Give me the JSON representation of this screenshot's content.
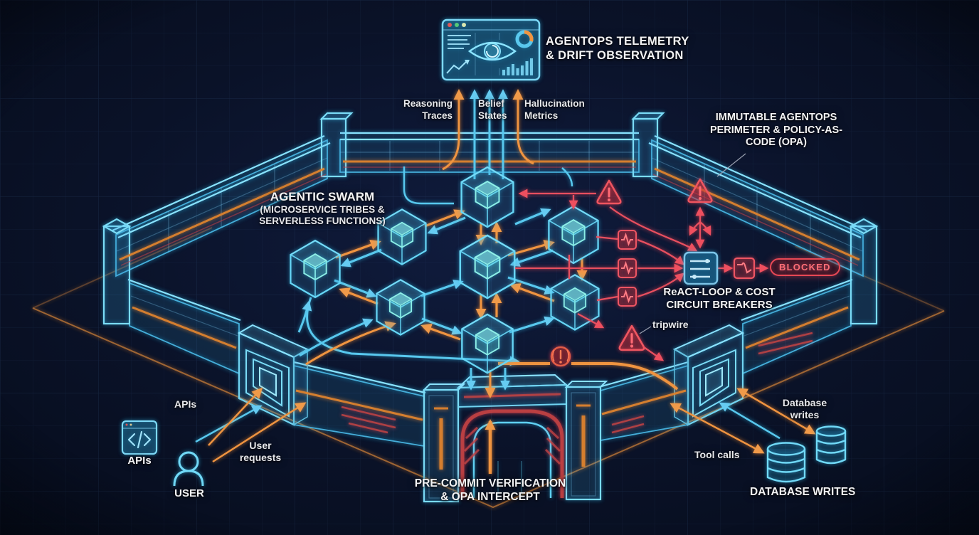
{
  "colors": {
    "background": "#0a1228",
    "neon_blue": "#6fd9f7",
    "neon_orange": "#ef9440",
    "neon_red": "#ef4f5e",
    "text_primary": "#f3f3f4",
    "text_secondary": "#e3e4e8"
  },
  "labels": {
    "telemetry": {
      "line1": "AGENTOPS TELEMETRY",
      "line2": "& DRIFT OBSERVATION"
    },
    "wire_reasoning": {
      "line1": "Reasoning",
      "line2": "Traces"
    },
    "wire_belief": {
      "line1": "Belief",
      "line2": "States"
    },
    "wire_hallucination": {
      "line1": "Hallucination",
      "line2": "Metrics"
    },
    "perimeter": {
      "line1": "IMMUTABLE AGENTOPS",
      "line2": "PERIMETER & POLICY-AS-",
      "line3": "CODE (OPA)"
    },
    "swarm": {
      "line1": "AGENTIC SWARM",
      "line2": "(MICROSERVICE TRIBES &",
      "line3": "SERVERLESS FUNCTIONS)"
    },
    "breakers": {
      "line1": "ReACT-LOOP & COST",
      "line2": "CIRCUIT BREAKERS"
    },
    "blocked": "BLOCKED",
    "tripwire": "tripwire",
    "apis_wire": "APIs",
    "apis_icon_caption": "APIs",
    "user_requests": {
      "line1": "User",
      "line2": "requests"
    },
    "user_icon_caption": "USER",
    "precommit": {
      "line1": "PRE-COMMIT VERIFICATION",
      "line2": "& OPA INTERCEPT"
    },
    "tool_calls": "Tool calls",
    "database_writes_wire": {
      "line1": "Database",
      "line2": "writes"
    },
    "database_writes_caption": "DATABASE WRITES"
  },
  "icons": {
    "telemetry_dashboard": "browser window with eye, donut chart, line chart, bar chart",
    "warning_triangle": "⚠",
    "alarm_bell": "alarm circle on tripwire",
    "pulse_breaker": "heartbeat waveform square",
    "policy_panel": "sliders panel",
    "flatline": "dropped-signal square",
    "code_window": "</>",
    "user_person": "person silhouette",
    "database_cylinder": "stacked database cylinder",
    "hex_agent_node": "isometric cube in hexagon"
  },
  "swarm_structure": {
    "agent_node_count": 8
  }
}
